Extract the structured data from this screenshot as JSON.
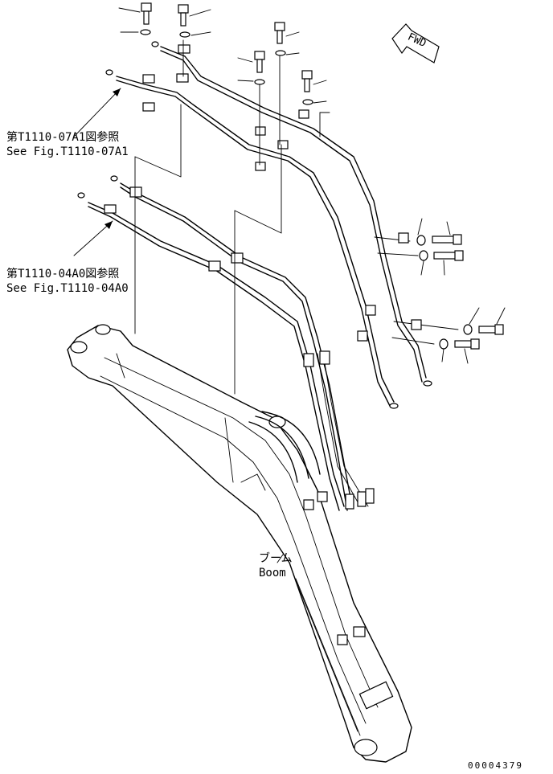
{
  "labels": {
    "ref1_jp": "第T1110-07A1図参照",
    "ref1_en": "See Fig.T1110-07A1",
    "ref2_jp": "第T1110-04A0図参照",
    "ref2_en": "See Fig.T1110-04A0",
    "boom_jp": "ブーム",
    "boom_en": "Boom",
    "fwd": "FWD",
    "drawing_number": "00004379"
  }
}
